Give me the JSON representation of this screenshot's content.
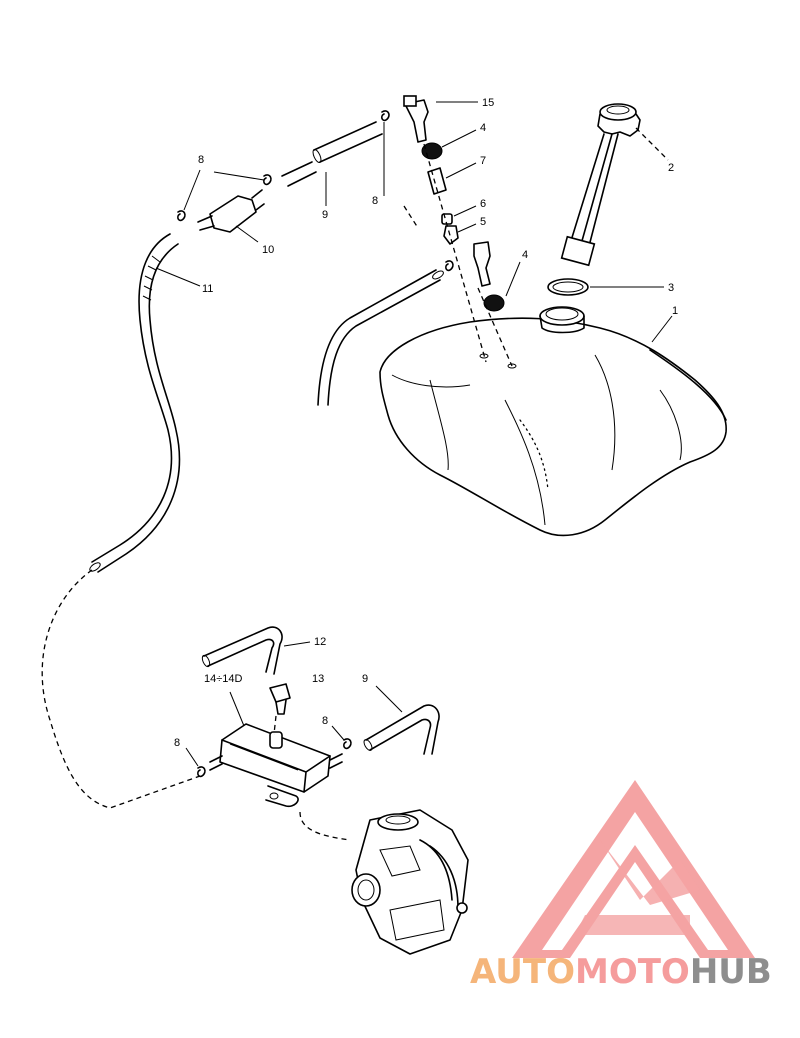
{
  "diagram": {
    "callouts": [
      {
        "id": "c15",
        "label": "15"
      },
      {
        "id": "c4a",
        "label": "4"
      },
      {
        "id": "c7",
        "label": "7"
      },
      {
        "id": "c6",
        "label": "6"
      },
      {
        "id": "c5",
        "label": "5"
      },
      {
        "id": "c4b",
        "label": "4"
      },
      {
        "id": "c2",
        "label": "2"
      },
      {
        "id": "c3",
        "label": "3"
      },
      {
        "id": "c1",
        "label": "1"
      },
      {
        "id": "c8a",
        "label": "8"
      },
      {
        "id": "c9a",
        "label": "9"
      },
      {
        "id": "c8b",
        "label": "8"
      },
      {
        "id": "c10",
        "label": "10"
      },
      {
        "id": "c11",
        "label": "11"
      },
      {
        "id": "c12",
        "label": "12"
      },
      {
        "id": "c14",
        "label": "14÷14D"
      },
      {
        "id": "c13",
        "label": "13"
      },
      {
        "id": "c9b",
        "label": "9"
      },
      {
        "id": "c8c",
        "label": "8"
      },
      {
        "id": "c8d",
        "label": "8"
      }
    ]
  },
  "watermark": {
    "part1": "AUTO",
    "part2": "MOTO",
    "part3": "HUB",
    "colors": {
      "orange": "#f5b57a",
      "pink": "#f59c9c",
      "gray": "#8e8e8e"
    }
  }
}
